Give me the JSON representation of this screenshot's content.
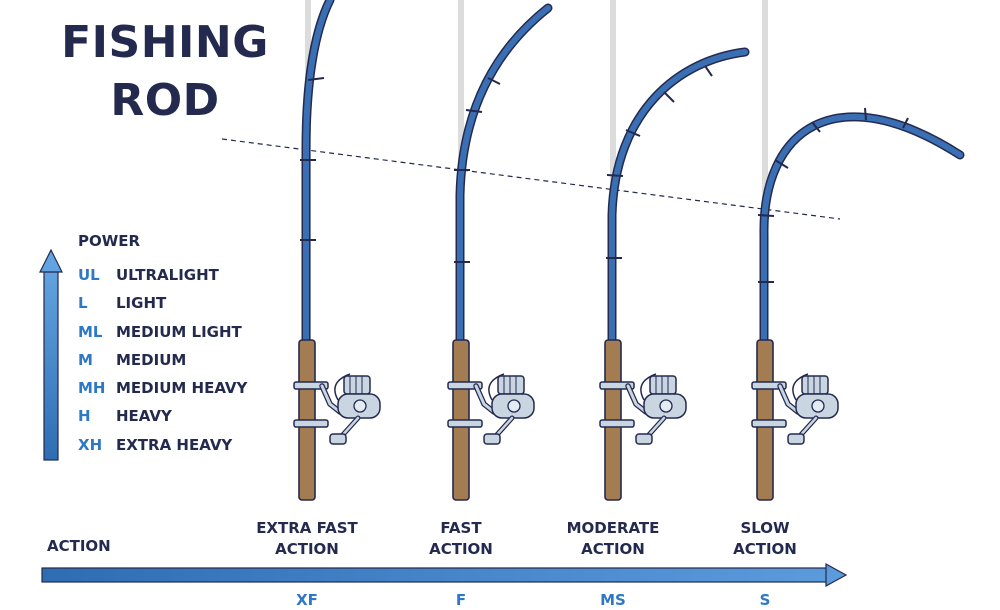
{
  "title": {
    "line1": "FISHING",
    "line2": "ROD"
  },
  "power": {
    "label": "POWER",
    "levels": [
      {
        "code": "UL",
        "name": "ULTRALIGHT"
      },
      {
        "code": "L",
        "name": "LIGHT"
      },
      {
        "code": "ML",
        "name": "MEDIUM LIGHT"
      },
      {
        "code": "M",
        "name": "MEDIUM"
      },
      {
        "code": "MH",
        "name": "MEDIUM HEAVY"
      },
      {
        "code": "H",
        "name": "HEAVY"
      },
      {
        "code": "XH",
        "name": "EXTRA HEAVY"
      }
    ]
  },
  "action": {
    "label": "ACTION",
    "rods": [
      {
        "line1": "EXTRA FAST",
        "line2": "ACTION",
        "code": "XF"
      },
      {
        "line1": "FAST",
        "line2": "ACTION",
        "code": "F"
      },
      {
        "line1": "MODERATE",
        "line2": "ACTION",
        "code": "MS"
      },
      {
        "line1": "SLOW",
        "line2": "ACTION",
        "code": "S"
      }
    ]
  },
  "colors": {
    "title": "#232a4e",
    "accent_blue": "#2f78c4",
    "rod_blue": "#3a6fb4",
    "handle_brown": "#a47c52",
    "reel_gray": "#c9d6e2",
    "straight_rod_gray": "#dcdcdc"
  }
}
